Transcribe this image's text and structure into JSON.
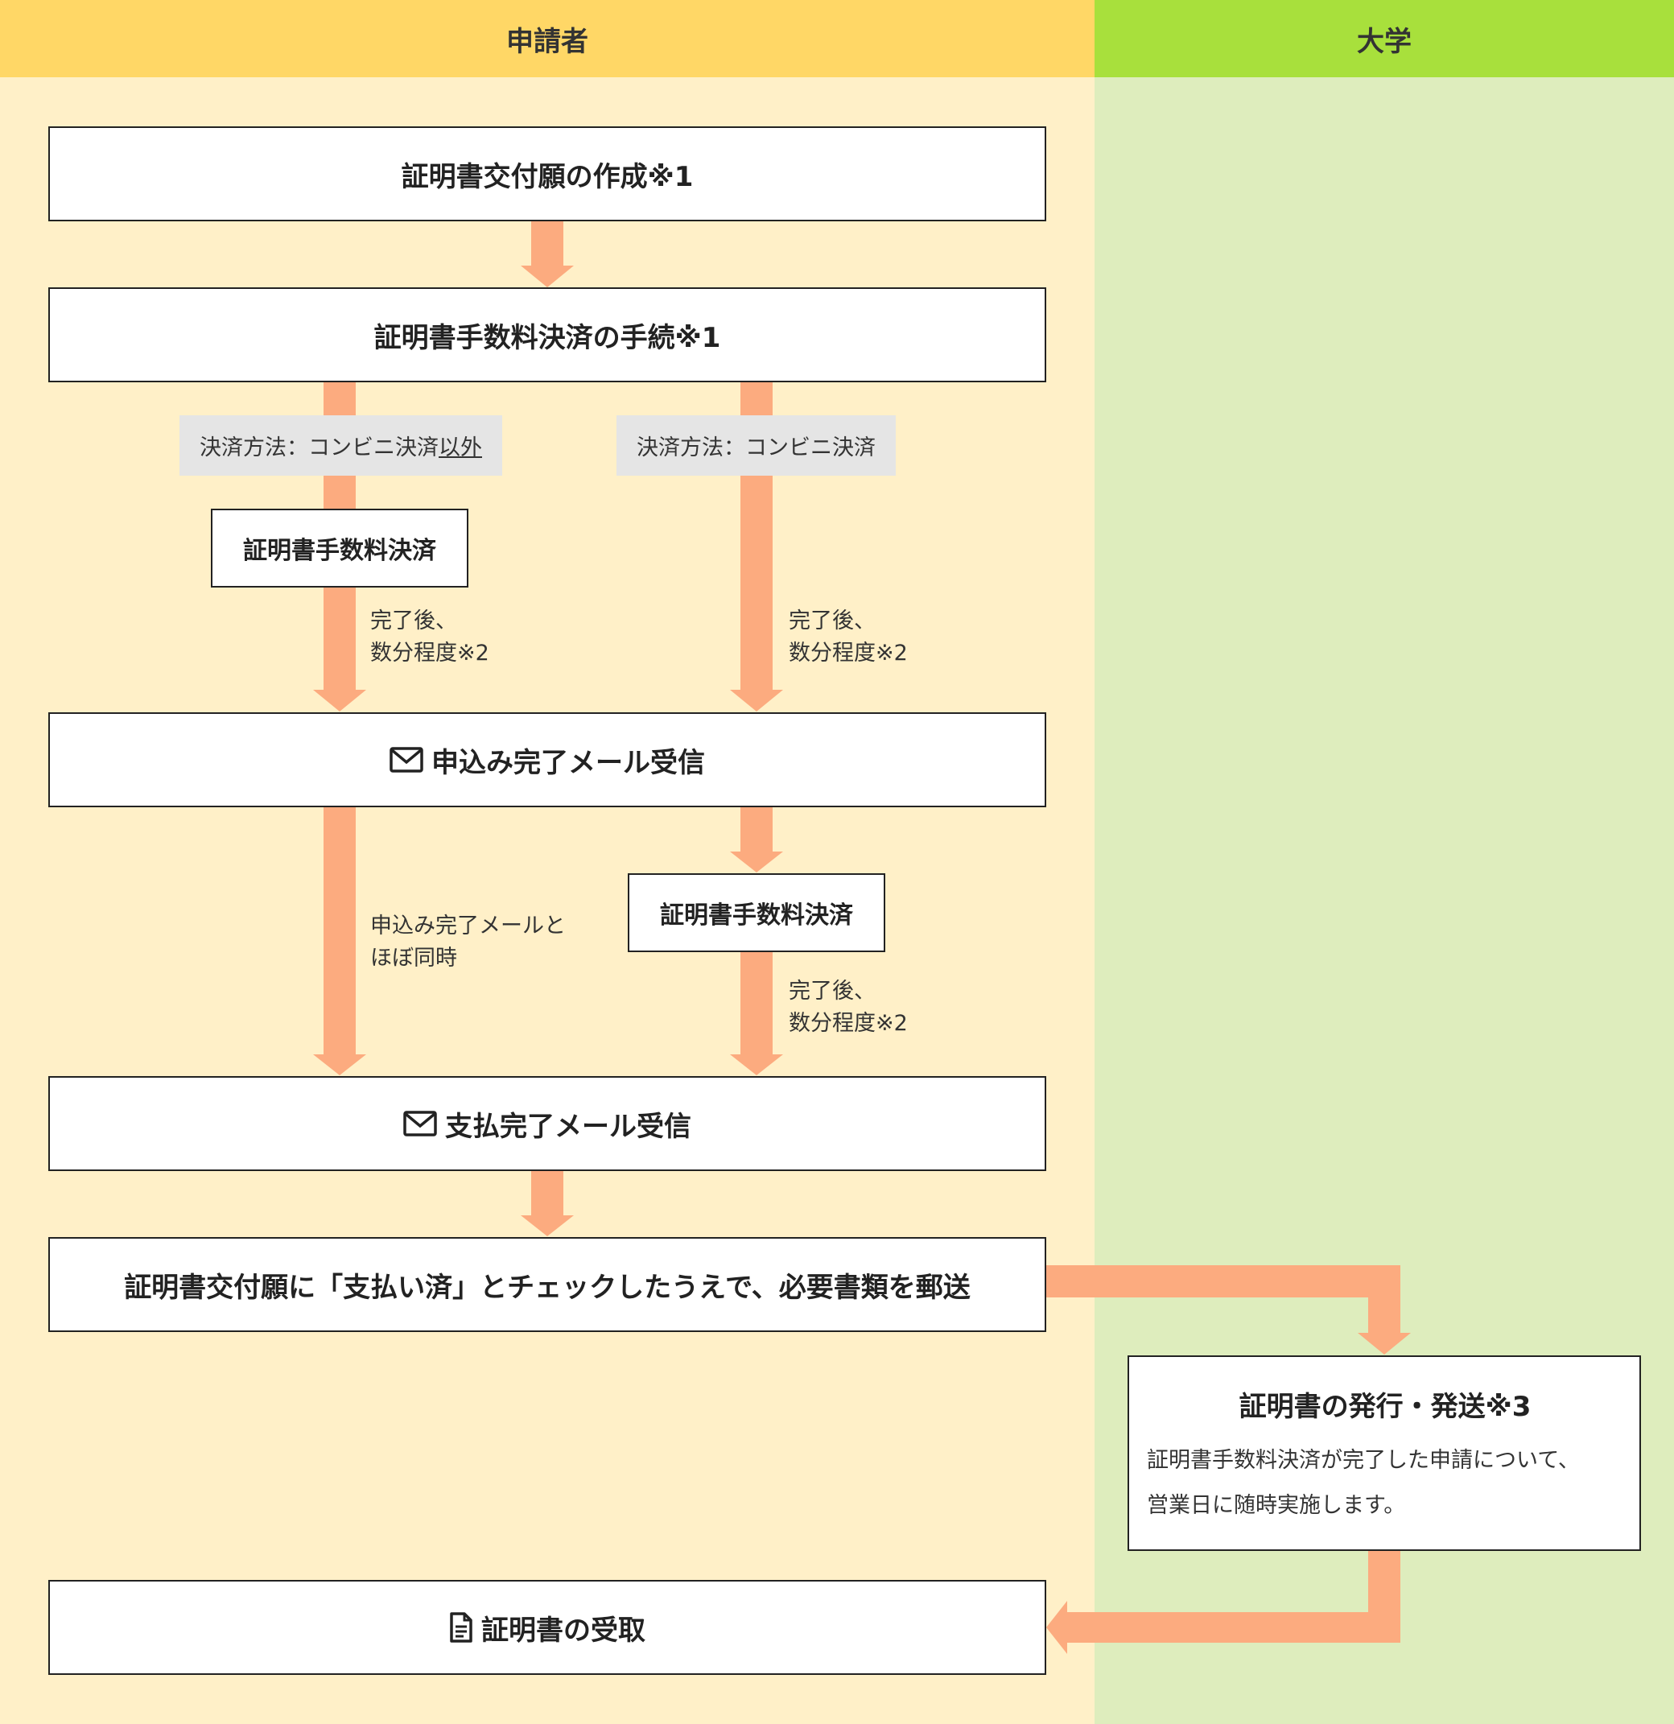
{
  "lanes": {
    "applicant": "申請者",
    "university": "大学"
  },
  "steps": {
    "create": "証明書交付願の作成※1",
    "procedure": "証明書手数料決済の手続※1",
    "method_other_prefix": "決済方法：コンビニ決済",
    "method_other_suffix": "以外",
    "method_conv": "決済方法：コンビニ決済",
    "pay_left": "証明書手数料決済",
    "pay_right": "証明書手数料決済",
    "apply_mail": "申込み完了メール受信",
    "pay_mail": "支払完了メール受信",
    "send": "証明書交付願に「支払い済」とチェックしたうえで、必要書類を郵送",
    "receive": "証明書の受取"
  },
  "notes": {
    "after1_l1": "完了後、",
    "after1_l2": "数分程度※2",
    "after2_l1": "完了後、",
    "after2_l2": "数分程度※2",
    "after3_l1": "完了後、",
    "after3_l2": "数分程度※2",
    "same_l1": "申込み完了メールと",
    "same_l2": "ほぼ同時"
  },
  "university": {
    "title": "証明書の発行・発送※3",
    "desc_l1": "証明書手数料決済が完了した申請について、",
    "desc_l2": "営業日に随時実施します。"
  },
  "colors": {
    "arrow": "#fcab7f",
    "lane_a": "#fff0c8",
    "lane_b": "#deedbd"
  }
}
